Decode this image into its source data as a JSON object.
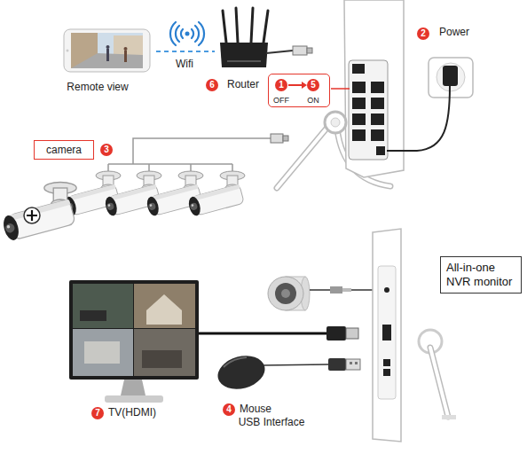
{
  "diagram": {
    "nodes": [
      {
        "text": [
          "1",
          "5",
          "OFF",
          "ON"
        ]
      },
      {
        "text": [
          "camera"
        ]
      },
      {
        "text": [
          "All-in-one NVR monitor"
        ]
      }
    ],
    "labels": [
      "Remote view",
      "Wifi",
      "6",
      "Router",
      "2",
      "Power",
      "3",
      "7",
      "TV(HDMI)",
      "4",
      "Mouse",
      "USB Interface"
    ]
  }
}
